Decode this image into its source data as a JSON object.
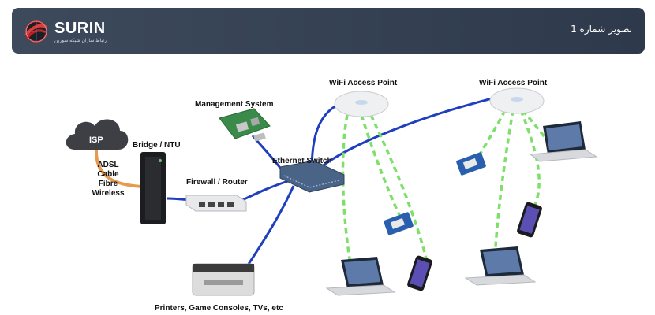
{
  "header": {
    "brand": "SURIN",
    "brand_subtitle": "ارتباط سازان شبکه سورین",
    "title": "تصویر شماره 1"
  },
  "diagram": {
    "labels": {
      "wifi_ap_1": "WiFi Access Point",
      "wifi_ap_2": "WiFi Access Point",
      "management": "Management System",
      "bridge": "Bridge / NTU",
      "isp": "ISP",
      "adsl": "ADSL",
      "cable": "Cable",
      "fibre": "Fibre",
      "wireless": "Wireless",
      "firewall": "Firewall / Router",
      "switch": "Ethernet Switch",
      "printers": "Printers, Game Consoles, TVs, etc"
    }
  },
  "colors": {
    "wired": "#1f3fbf",
    "wifi": "#7ee06a",
    "isp_link": "#e79a4b"
  }
}
